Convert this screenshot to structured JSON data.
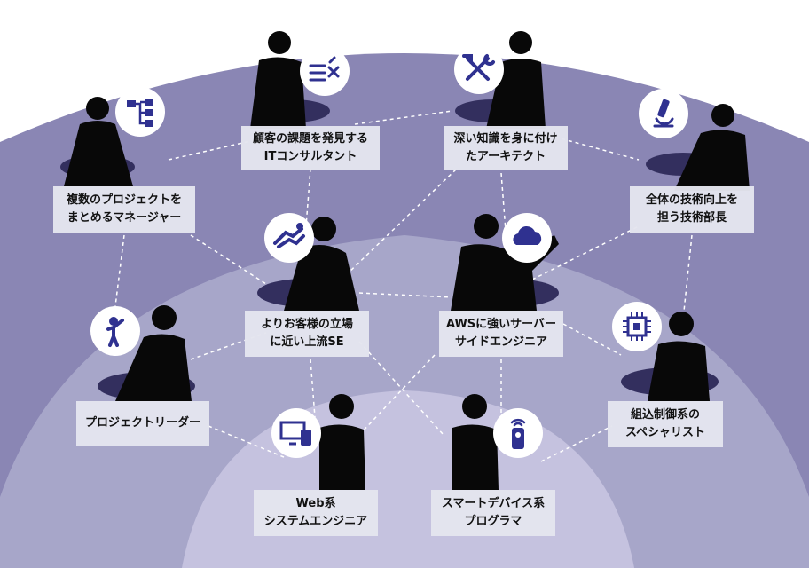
{
  "colors": {
    "band_outer": "#8a86b4",
    "band_mid": "#a7a6c9",
    "band_inner": "#c5c2df",
    "accent": "#2f3190",
    "figure": "#080808",
    "shadow": "#332f5e"
  },
  "roles": [
    {
      "id": "consultant",
      "line1": "顧客の課題を発見する",
      "line2": "ITコンサルタント",
      "icon": "compare-icon"
    },
    {
      "id": "architect",
      "line1": "深い知識を身に付け",
      "line2": "たアーキテクト",
      "icon": "tools-icon"
    },
    {
      "id": "manager",
      "line1": "複数のプロジェクトを",
      "line2": "まとめるマネージャー",
      "icon": "org-chart-icon"
    },
    {
      "id": "tech-head",
      "line1": "全体の技術向上を",
      "line2": "担う技術部長",
      "icon": "microscope-icon"
    },
    {
      "id": "customer-se",
      "line1": "よりお客様の立場",
      "line2": "に近い上流SE",
      "icon": "handshake-icon"
    },
    {
      "id": "aws-engineer",
      "line1": "AWSに強いサーバー",
      "line2": "サイドエンジニア",
      "icon": "cloud-icon"
    },
    {
      "id": "project-leader",
      "line1": "プロジェクトリーダー",
      "line2": "",
      "icon": "person-raising-hand-icon"
    },
    {
      "id": "embedded",
      "line1": "組込制御系の",
      "line2": "スペシャリスト",
      "icon": "chip-icon"
    },
    {
      "id": "web-engineer",
      "line1": "Web系",
      "line2": "システムエンジニア",
      "icon": "devices-icon"
    },
    {
      "id": "smart-device",
      "line1": "スマートデバイス系",
      "line2": "プログラマ",
      "icon": "remote-icon"
    }
  ]
}
